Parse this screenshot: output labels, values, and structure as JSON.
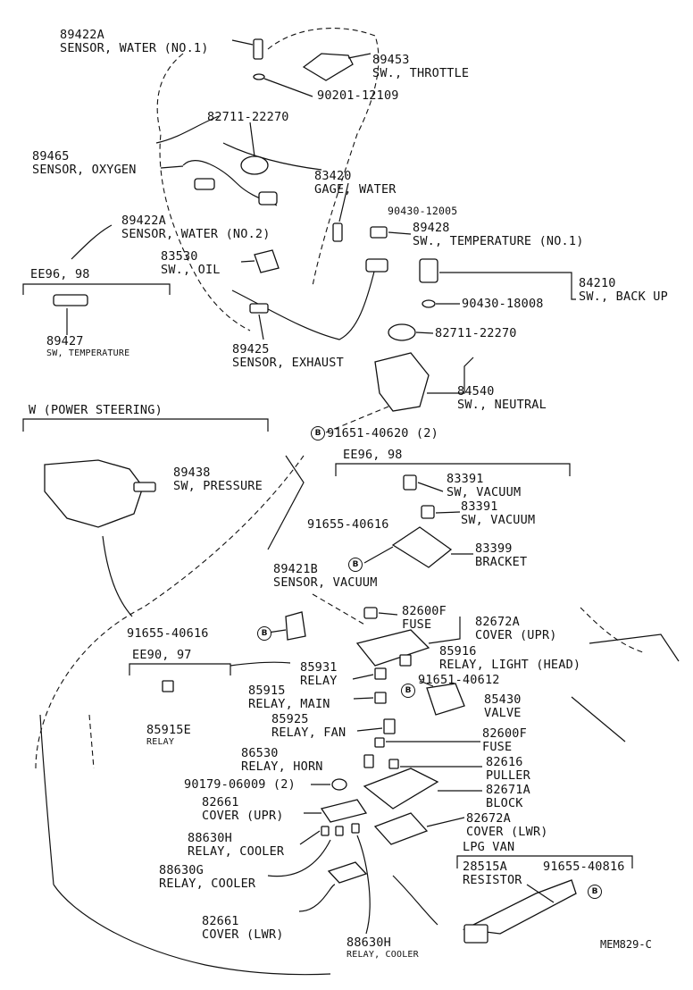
{
  "diagram_code": "MEM829-C",
  "bolt_marker": "B",
  "callouts": [
    {
      "id": "c1",
      "num": "89422A",
      "name": "SENSOR, WATER (NO.1)"
    },
    {
      "id": "c2",
      "num": "89453",
      "name": "SW., THROTTLE"
    },
    {
      "id": "c3",
      "num": "90201-12109",
      "name": ""
    },
    {
      "id": "c4",
      "num": "82711-22270",
      "name": ""
    },
    {
      "id": "c5",
      "num": "89465",
      "name": "SENSOR, OXYGEN"
    },
    {
      "id": "c6",
      "num": "83420",
      "name": "GAGE, WATER"
    },
    {
      "id": "c7",
      "num": "90430-12005",
      "name": ""
    },
    {
      "id": "c8",
      "num": "89422A",
      "name": "SENSOR, WATER (NO.2)"
    },
    {
      "id": "c9",
      "num": "89428",
      "name": "SW., TEMPERATURE (NO.1)"
    },
    {
      "id": "c10",
      "num": "83530",
      "name": "SW., OIL"
    },
    {
      "id": "c11",
      "num": "84210",
      "name": "SW., BACK UP"
    },
    {
      "id": "c12",
      "num": "90430-18008",
      "name": ""
    },
    {
      "id": "c13",
      "num": "89427",
      "name": "SW, TEMPERATURE",
      "small": true
    },
    {
      "id": "c14",
      "num": "82711-22270",
      "name": ""
    },
    {
      "id": "c15",
      "num": "89425",
      "name": "SENSOR, EXHAUST"
    },
    {
      "id": "c16",
      "num": "84540",
      "name": "SW., NEUTRAL"
    },
    {
      "id": "c17",
      "num": "91651-40620 (2)",
      "name": ""
    },
    {
      "id": "c18",
      "num": "89438",
      "name": "SW, PRESSURE"
    },
    {
      "id": "c19",
      "num": "83391",
      "name": "SW, VACUUM"
    },
    {
      "id": "c20",
      "num": "83391",
      "name": "SW, VACUUM"
    },
    {
      "id": "c21",
      "num": "91655-40616",
      "name": ""
    },
    {
      "id": "c22",
      "num": "83399",
      "name": "BRACKET"
    },
    {
      "id": "c23",
      "num": "89421B",
      "name": "SENSOR, VACUUM"
    },
    {
      "id": "c24",
      "num": "82600F",
      "name": "FUSE"
    },
    {
      "id": "c25",
      "num": "82672A",
      "name": "COVER (UPR)"
    },
    {
      "id": "c26",
      "num": "91655-40616",
      "name": ""
    },
    {
      "id": "c27",
      "num": "85916",
      "name": "RELAY, LIGHT (HEAD)"
    },
    {
      "id": "c28",
      "num": "85931",
      "name": "RELAY"
    },
    {
      "id": "c29",
      "num": "91651-40612",
      "name": ""
    },
    {
      "id": "c30",
      "num": "85915",
      "name": "RELAY, MAIN"
    },
    {
      "id": "c31",
      "num": "85430",
      "name": "VALVE"
    },
    {
      "id": "c32",
      "num": "85915E",
      "name": "RELAY",
      "small": true
    },
    {
      "id": "c33",
      "num": "85925",
      "name": "RELAY, FAN"
    },
    {
      "id": "c34",
      "num": "82600F",
      "name": "FUSE"
    },
    {
      "id": "c35",
      "num": "86530",
      "name": "RELAY, HORN"
    },
    {
      "id": "c36",
      "num": "82616",
      "name": "PULLER"
    },
    {
      "id": "c37",
      "num": "90179-06009 (2)",
      "name": ""
    },
    {
      "id": "c38",
      "num": "82671A",
      "name": "BLOCK"
    },
    {
      "id": "c39",
      "num": "82661",
      "name": "COVER (UPR)"
    },
    {
      "id": "c40",
      "num": "82672A",
      "name": "COVER (LWR)"
    },
    {
      "id": "c41",
      "num": "88630H",
      "name": "RELAY, COOLER"
    },
    {
      "id": "c42",
      "num": "28515A",
      "name": "RESISTOR"
    },
    {
      "id": "c43",
      "num": "91655-40816",
      "name": ""
    },
    {
      "id": "c44",
      "num": "88630G",
      "name": "RELAY, COOLER"
    },
    {
      "id": "c45",
      "num": "82661",
      "name": "COVER (LWR)"
    },
    {
      "id": "c46",
      "num": "88630H",
      "name": "RELAY, COOLER",
      "small": true
    }
  ],
  "group_labels": [
    {
      "id": "g1",
      "text": "EE96, 98"
    },
    {
      "id": "g2",
      "text": "W (POWER STEERING)"
    },
    {
      "id": "g3",
      "text": "EE96, 98"
    },
    {
      "id": "g4",
      "text": "EE90, 97"
    },
    {
      "id": "g5",
      "text": "LPG VAN"
    }
  ]
}
